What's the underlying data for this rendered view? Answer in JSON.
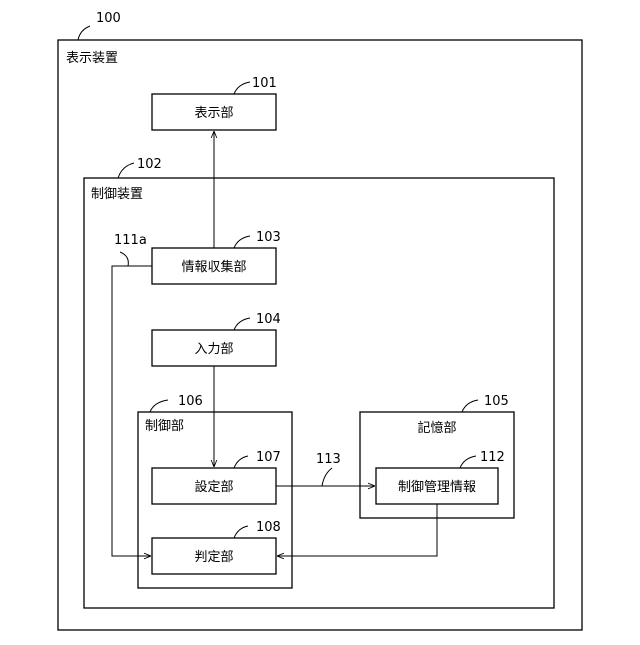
{
  "diagram": {
    "outer": {
      "ref": "100",
      "label": "表示装置"
    },
    "display_unit": {
      "ref": "101",
      "label": "表示部"
    },
    "control_device": {
      "ref": "102",
      "label": "制御装置"
    },
    "info_collect": {
      "ref": "103",
      "label": "情報収集部"
    },
    "input_unit": {
      "ref": "104",
      "label": "入力部"
    },
    "memory_unit": {
      "ref": "105",
      "label": "記憶部"
    },
    "control_unit": {
      "ref": "106",
      "label": "制御部"
    },
    "setting_unit": {
      "ref": "107",
      "label": "設定部"
    },
    "judge_unit": {
      "ref": "108",
      "label": "判定部"
    },
    "mgmt_info": {
      "ref": "112",
      "label": "制御管理情報"
    },
    "signal_111a": {
      "ref": "111a"
    },
    "signal_113": {
      "ref": "113"
    }
  }
}
